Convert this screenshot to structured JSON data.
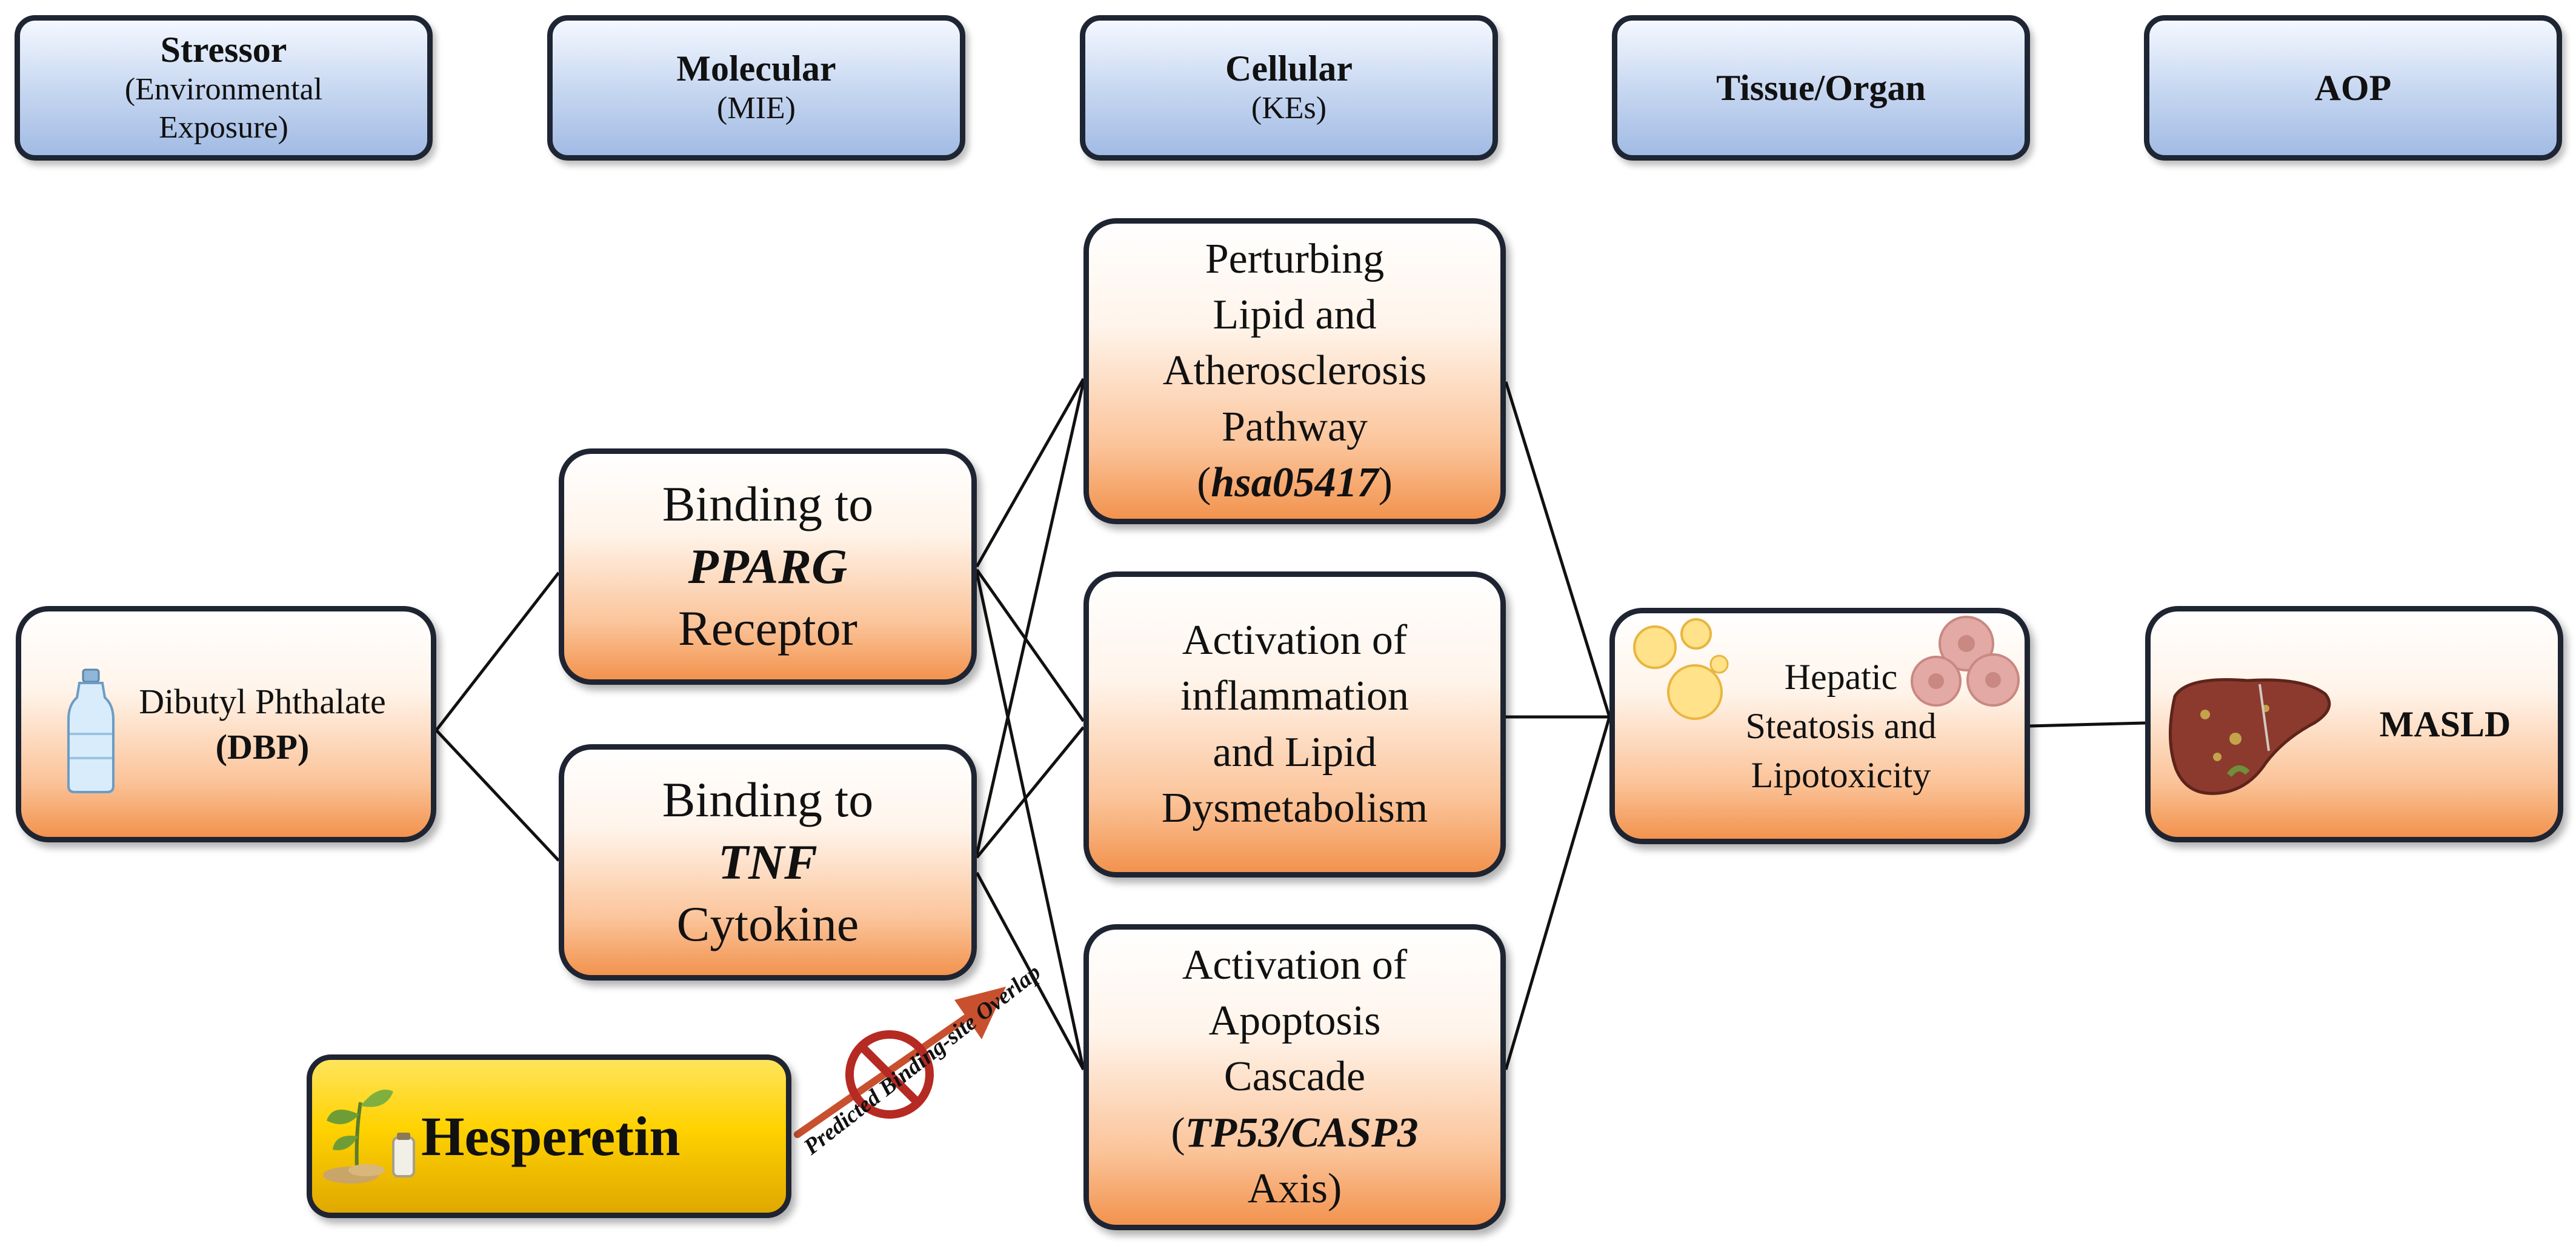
{
  "headers": [
    {
      "title": "Stressor",
      "subtitle": "(Environmental\nExposure)"
    },
    {
      "title": "Molecular",
      "subtitle": "(MIE)"
    },
    {
      "title": "Cellular",
      "subtitle": "(KEs)"
    },
    {
      "title": "Tissue/Organ",
      "subtitle": ""
    },
    {
      "title": "AOP",
      "subtitle": ""
    }
  ],
  "stressor": {
    "name": "Dibutyl Phthalate",
    "abbr": "(DBP)"
  },
  "mie": [
    {
      "line1": "Binding to",
      "target": "PPARG",
      "line3": "Receptor"
    },
    {
      "line1": "Binding to",
      "target": "TNF",
      "line3": "Cytokine"
    }
  ],
  "key_events": {
    "ke1": {
      "l1": "Perturbing",
      "l2": "Lipid and",
      "l3": "Atherosclerosis",
      "l4": "Pathway",
      "paren_open": "(",
      "code": "hsa05417",
      "paren_close": ")"
    },
    "ke2": {
      "l1": "Activation of",
      "l2": "inflammation",
      "l3": "and Lipid",
      "l4": "Dysmetabolism"
    },
    "ke3": {
      "l1": "Activation of",
      "l2": "Apoptosis",
      "l3": "Cascade",
      "paren_open": "(",
      "code": "TP53/CASP3",
      "l5": "Axis)"
    }
  },
  "organ": {
    "l1": "Hepatic",
    "l2": "Steatosis and",
    "l3": "Lipotoxicity"
  },
  "aop": {
    "label": "MASLD"
  },
  "intervention": {
    "label": "Hesperetin",
    "arrow_label": "Predicted Binding-site Overlap"
  },
  "colors": {
    "header_fill": "#c4d5f0",
    "node_fill": "#f2934e",
    "hesperetin_fill": "#ffd200",
    "arrow": "#c8502e"
  },
  "icons": [
    "water-bottle-icon",
    "plant-icon",
    "inhibition-icon",
    "lipid-droplets-icon",
    "cells-icon",
    "liver-icon"
  ]
}
